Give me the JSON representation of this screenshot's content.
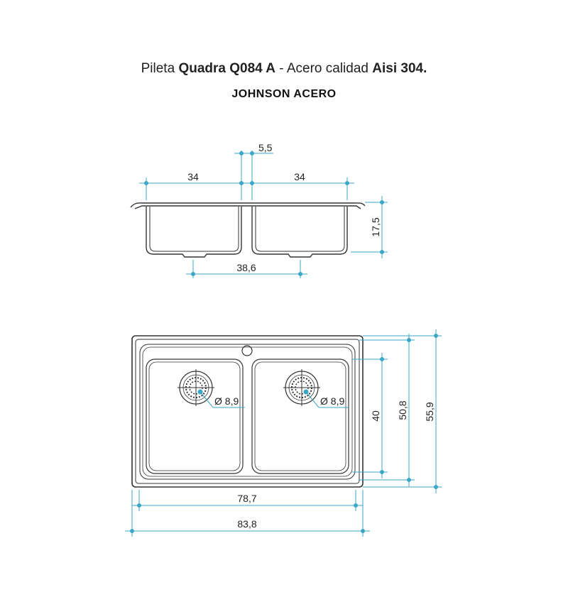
{
  "title": {
    "part1": "Pileta ",
    "part2": "Quadra Q084 A",
    "part3": " - Acero calidad ",
    "part4": "Aisi 304."
  },
  "brand": "JOHNSON ACERO",
  "section_view": {
    "bowl_width_left": "34",
    "bowl_width_right": "34",
    "divider_width": "5,5",
    "depth": "17,5",
    "drain_spacing": "38,6"
  },
  "plan_view": {
    "drain_diameter_left": "Ø 8,9",
    "drain_diameter_right": "Ø 8,9",
    "bowl_depth": "40",
    "inner_depth": "50,8",
    "outer_depth": "55,9",
    "inner_width": "78,7",
    "outer_width": "83,8"
  },
  "colors": {
    "dimension_line": "#3aa6c8",
    "outline": "#333333"
  }
}
